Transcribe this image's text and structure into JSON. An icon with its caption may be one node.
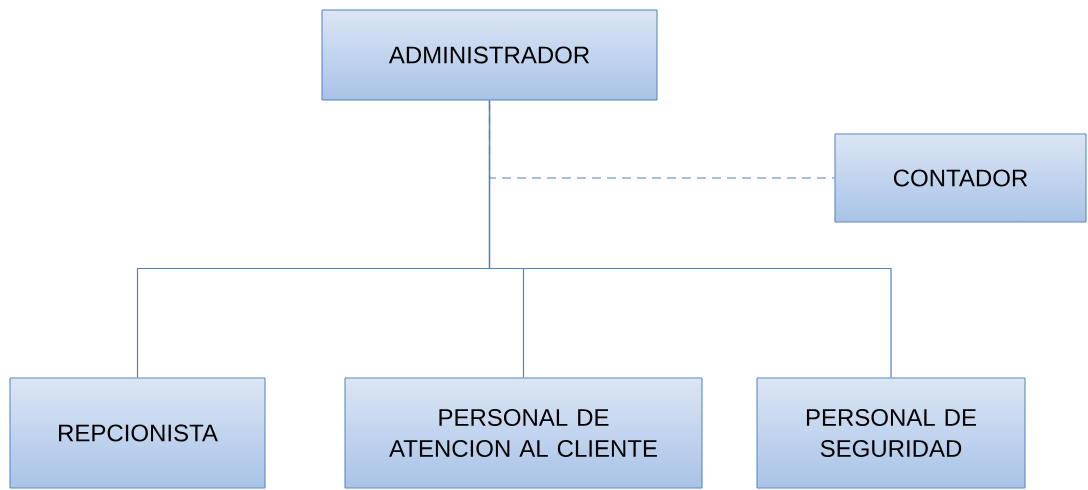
{
  "diagram": {
    "nodes": [
      {
        "text": [
          "ADMINISTRADOR"
        ]
      },
      {
        "text": [
          "CONTADOR"
        ]
      },
      {
        "text": [
          "REPCIONISTA"
        ]
      },
      {
        "text": [
          "PERSONAL DE ATENCION AL CLIENTE"
        ]
      },
      {
        "text": [
          "PERSONAL DE SEGURIDAD"
        ]
      }
    ],
    "edges": [
      {
        "from": 0,
        "to": 1,
        "arrow": "none",
        "style": "dashed"
      },
      {
        "from": 0,
        "to": 2,
        "arrow": "none"
      },
      {
        "from": 0,
        "to": 3,
        "arrow": "none"
      },
      {
        "from": 0,
        "to": 4,
        "arrow": "none"
      }
    ]
  }
}
